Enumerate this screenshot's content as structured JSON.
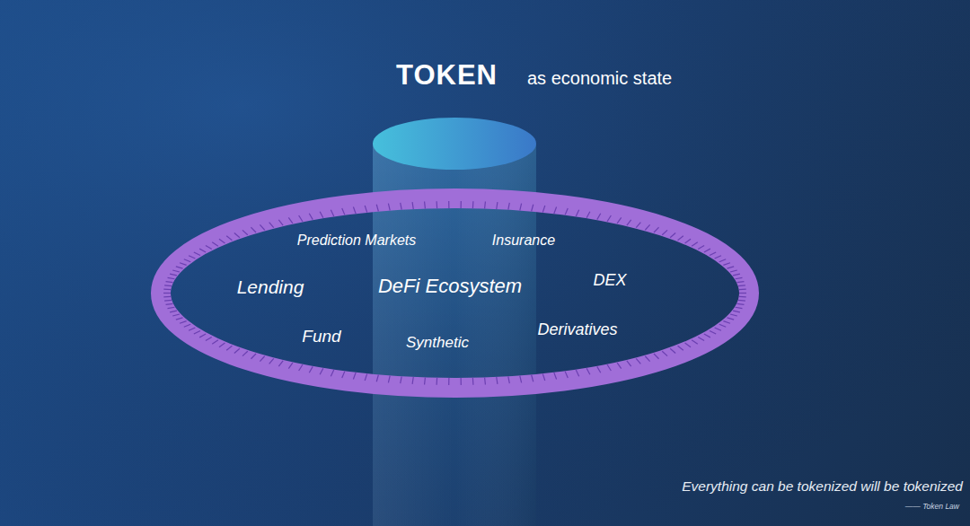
{
  "diagram": {
    "title": "TOKEN",
    "nodes": [
      {
        "text": [
          "Prediction Markets",
          "Insurance",
          "Lending",
          "DeFi Ecosystem",
          "DEX",
          "Fund",
          "Synthetic",
          "Derivatives"
        ]
      }
    ],
    "labels": [
      "as economic state",
      "Everything can be tokenized will be tokenized",
      "—— Token Law"
    ]
  }
}
